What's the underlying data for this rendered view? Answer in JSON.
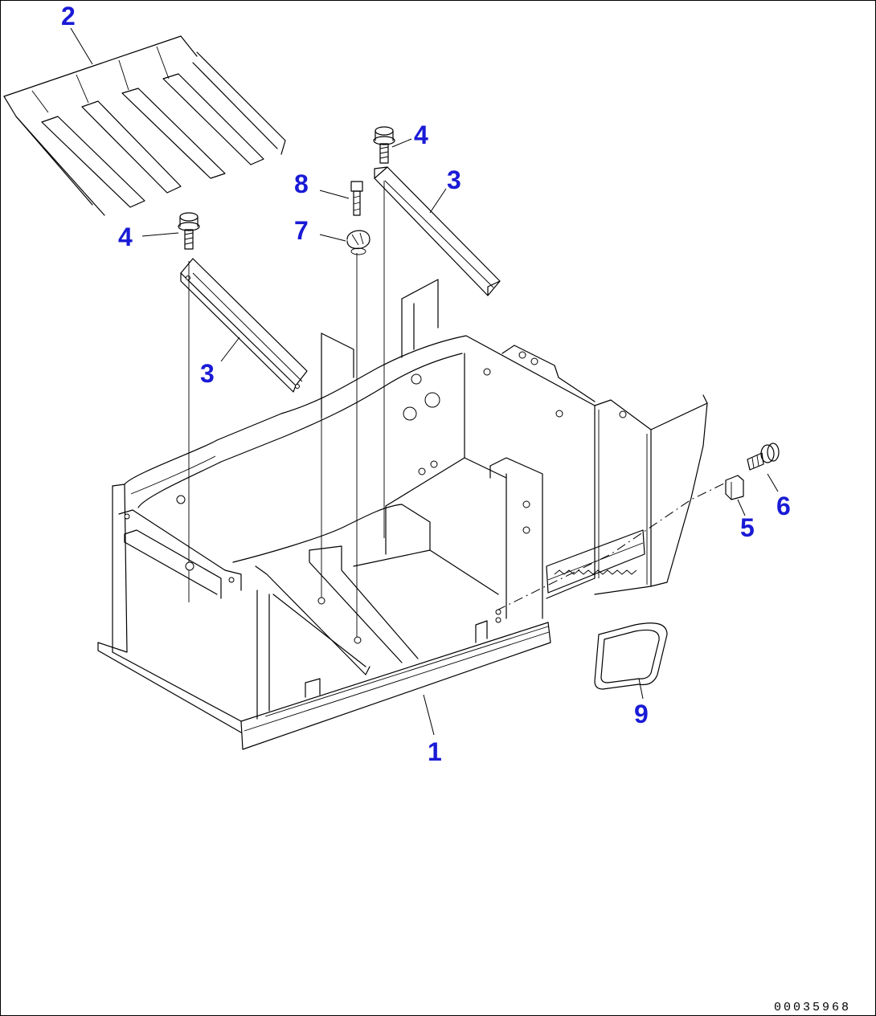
{
  "diagram": {
    "drawing_number": "00035968",
    "callout_color": "#1a1ad6",
    "callouts": [
      {
        "id": "c2",
        "label": "2"
      },
      {
        "id": "c4a",
        "label": "4"
      },
      {
        "id": "c4b",
        "label": "4"
      },
      {
        "id": "c3a",
        "label": "3"
      },
      {
        "id": "c3b",
        "label": "3"
      },
      {
        "id": "c8",
        "label": "8"
      },
      {
        "id": "c7",
        "label": "7"
      },
      {
        "id": "c5",
        "label": "5"
      },
      {
        "id": "c6",
        "label": "6"
      },
      {
        "id": "c9",
        "label": "9"
      },
      {
        "id": "c1",
        "label": "1"
      }
    ]
  }
}
